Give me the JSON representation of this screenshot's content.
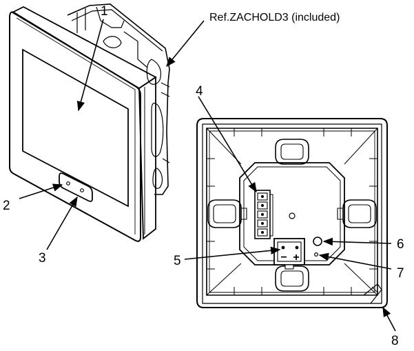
{
  "reference_label": "Ref.ZACHOLD3 (included)",
  "callouts": {
    "c1": "1",
    "c2": "2",
    "c3": "3",
    "c4": "4",
    "c5": "5",
    "c6": "6",
    "c7": "7",
    "c8": "8"
  },
  "polarity": {
    "minus": "−",
    "plus": "+"
  }
}
